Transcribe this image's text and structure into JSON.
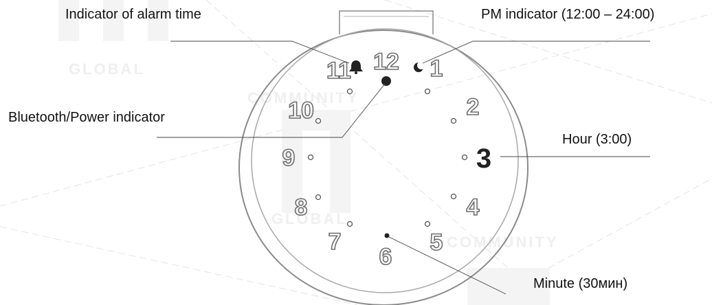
{
  "labels": {
    "alarm": "Indicator of alarm time",
    "pm": "PM indicator (12:00 – 24:00)",
    "bluetooth": "Bluetooth/Power indicator",
    "hour": "Hour (3:00)",
    "minute": "Minute (30мин)"
  },
  "dial_numbers": [
    "12",
    "1",
    "2",
    "3",
    "4",
    "5",
    "6",
    "7",
    "8",
    "9",
    "10",
    "11"
  ],
  "highlighted_hour": "3",
  "watermark": {
    "global": "GLOBAL",
    "community": "COMMUNITY"
  },
  "colors": {
    "outline": "#8a8a8a",
    "indicator": "#222222",
    "label": "#111111"
  }
}
